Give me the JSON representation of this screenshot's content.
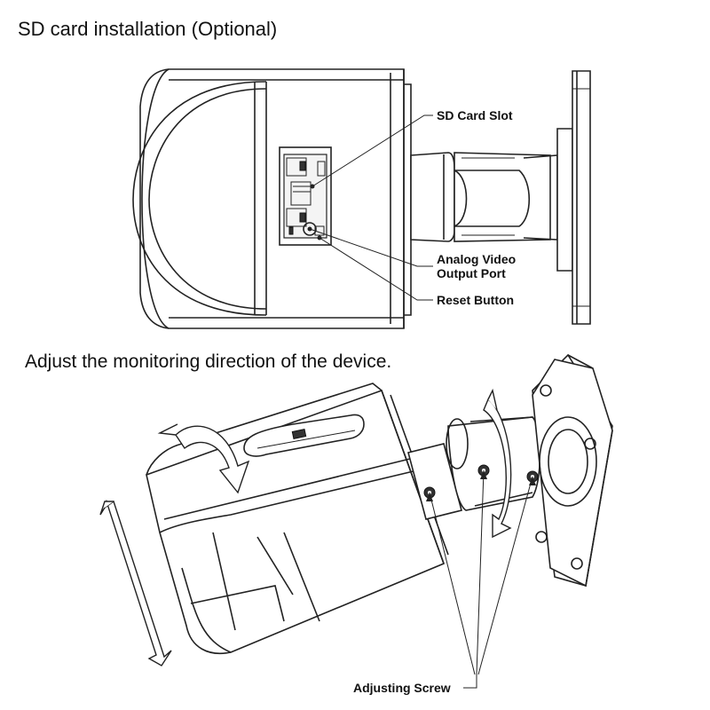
{
  "section1": {
    "title": "SD card installation (Optional)",
    "labels": {
      "sd_slot": "SD Card Slot",
      "video_port_line1": "Analog Video",
      "video_port_line2": "Output Port",
      "reset_button": "Reset Button"
    }
  },
  "section2": {
    "title": "Adjust the monitoring direction of the device.",
    "labels": {
      "adjusting_screw": "Adjusting Screw"
    }
  }
}
